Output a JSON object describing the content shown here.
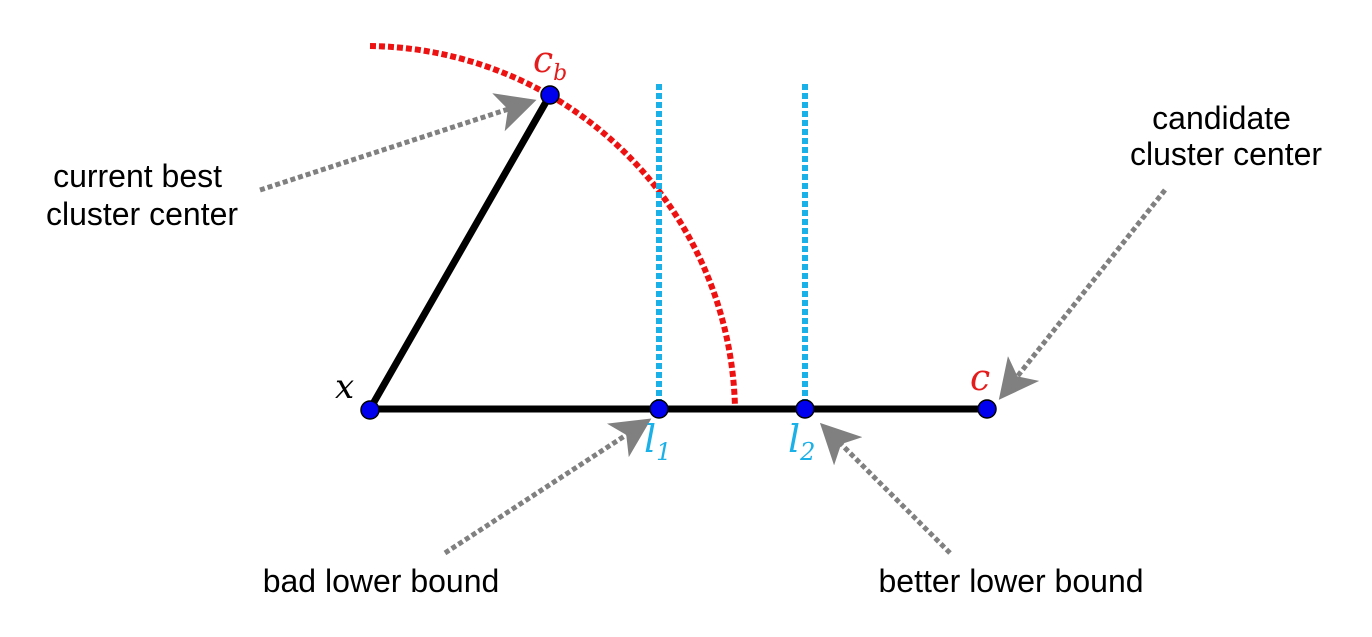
{
  "points": {
    "x": {
      "label": "x"
    },
    "cb": {
      "label": "c",
      "sub": "b"
    },
    "c": {
      "label": "c"
    },
    "l1": {
      "label": "l",
      "sub": "1"
    },
    "l2": {
      "label": "l",
      "sub": "2"
    }
  },
  "annotations": {
    "current_best": [
      "current best",
      "cluster center"
    ],
    "candidate": [
      "candidate",
      "cluster center"
    ],
    "bad_lower_bound": "bad lower bound",
    "better_lower_bound": "better lower bound"
  },
  "colors": {
    "line": "#000000",
    "point_fill": "#0000ee",
    "radius_arc": "#ee1111",
    "bound_line": "#1ab0e8",
    "arrow": "#808080",
    "cb_label": "#e51c1c",
    "c_label": "#e51c1c",
    "l_label": "#1ab0e8"
  }
}
